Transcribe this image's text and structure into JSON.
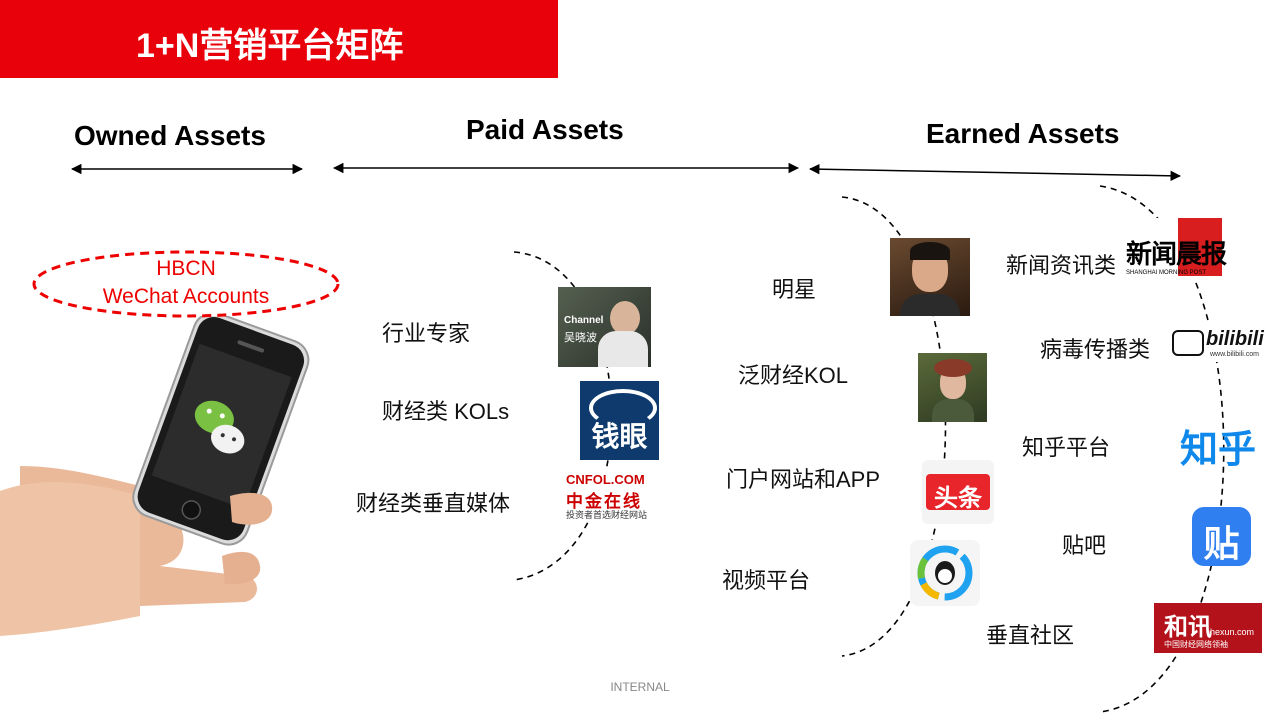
{
  "title": "1+N营销平台矩阵",
  "headers": {
    "owned": "Owned Assets",
    "paid": "Paid Assets",
    "earned": "Earned Assets"
  },
  "owned": {
    "oval_line1": "HBCN",
    "oval_line2": "WeChat Accounts"
  },
  "paid": {
    "items": [
      "行业专家",
      "财经类 KOLs",
      "财经类垂直媒体"
    ],
    "logos": {
      "channel_text": "Channel",
      "channel_sub": "吴晓波",
      "qianyan": "钱眼",
      "cnfol_top": "CNFOL.COM",
      "cnfol_cn": "中金在线",
      "cnfol_sub": "投资者首选财经网站"
    }
  },
  "earned_mid": {
    "items": [
      "明星",
      "泛财经KOL",
      "门户网站和APP",
      "视频平台",
      "垂直社区"
    ],
    "logos": {
      "toutiao": "头条"
    }
  },
  "earned_right": {
    "items": [
      "新闻资讯类",
      "病毒传播类",
      "知乎平台",
      "贴吧"
    ],
    "logos": {
      "news": "新闻晨报",
      "news_sub": "SHANGHAI MORNING POST",
      "bilibili": "bilibili",
      "bilibili_sub": "www.bilibili.com",
      "zhihu": "知乎",
      "tieba": "贴",
      "hexun": "和讯",
      "hexun_sub": "hexun.com",
      "hexun_tag": "中国财经网络领袖"
    }
  },
  "footer": "INTERNAL",
  "colors": {
    "accent": "#e8000b"
  }
}
